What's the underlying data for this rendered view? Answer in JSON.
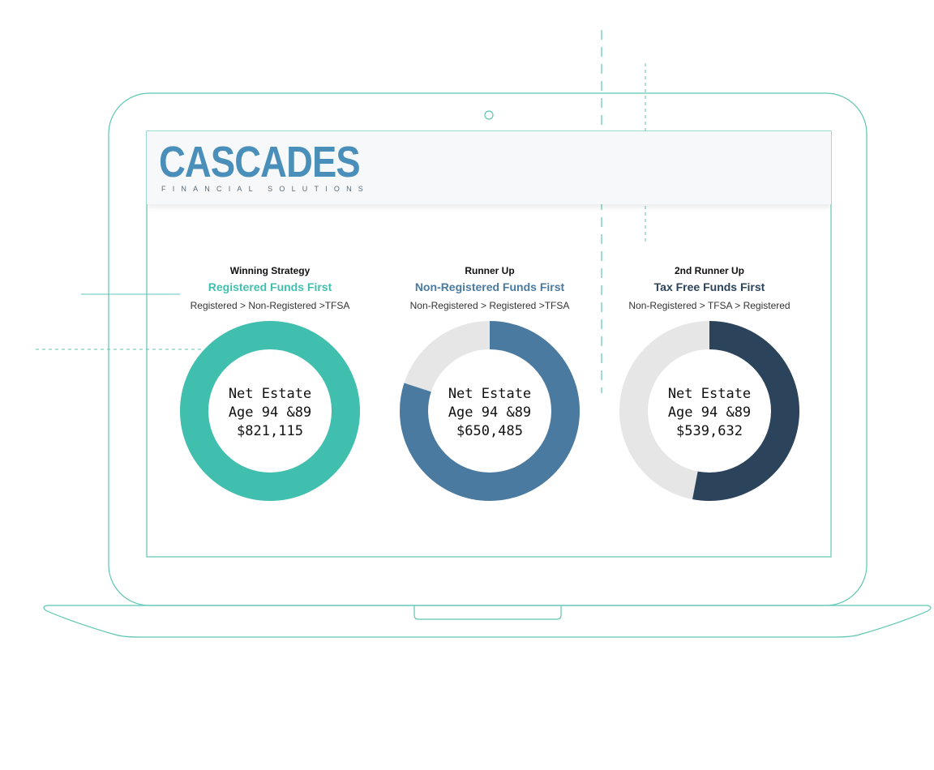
{
  "logo": {
    "name": "CASCADES",
    "tagline": "FINANCIAL SOLUTIONS"
  },
  "colors": {
    "outline": "#5fc6b3",
    "track": "#e6e6e6"
  },
  "chart_data": {
    "type": "pie",
    "variant": "donut",
    "charts": [
      {
        "label": "Winning Strategy",
        "strategy": "Registered Funds First",
        "order": "Registered > Non-Registered >TFSA",
        "center_lines": [
          "Net Estate",
          "Age 94 &89",
          "$821,115"
        ],
        "value": 821115,
        "fraction": 1.0,
        "color": "#41bfae"
      },
      {
        "label": "Runner Up",
        "strategy": "Non-Registered Funds First",
        "order": "Non-Registered > Registered >TFSA",
        "center_lines": [
          "Net Estate",
          "Age 94 &89",
          "$650,485"
        ],
        "value": 650485,
        "fraction": 0.8,
        "color": "#4a7aa0"
      },
      {
        "label": "2nd Runner Up",
        "strategy": "Tax Free Funds First",
        "order": "Non-Registered > TFSA > Registered",
        "center_lines": [
          "Net Estate",
          "Age 94 &89",
          "$539,632"
        ],
        "value": 539632,
        "fraction": 0.53,
        "color": "#2b435b"
      }
    ]
  }
}
